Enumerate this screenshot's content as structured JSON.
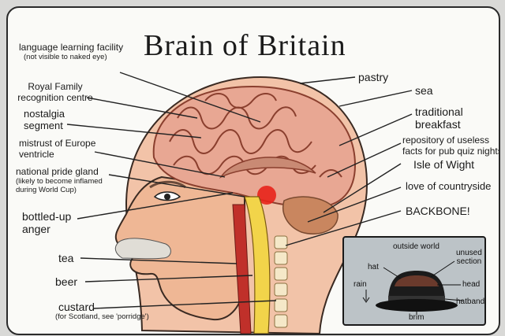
{
  "title": "Brain of Britain",
  "left_labels": [
    {
      "text": "language learning facility",
      "sub": "(not visible to naked eye)"
    },
    {
      "text": "Royal Family",
      "text2": "recognition centre"
    },
    {
      "text": "nostalgia",
      "text2": "segment"
    },
    {
      "text": "mistrust of Europe",
      "text2": "ventricle"
    },
    {
      "text": "national pride gland",
      "sub": "(likely to become inflamed",
      "sub2": "during World Cup)"
    },
    {
      "text": "bottled-up",
      "text2": "anger"
    },
    {
      "text": "tea"
    },
    {
      "text": "beer"
    },
    {
      "text": "custard",
      "sub": "(for Scotland, see 'porridge')"
    }
  ],
  "right_labels": [
    {
      "text": "pastry"
    },
    {
      "text": "sea"
    },
    {
      "text": "traditional",
      "text2": "breakfast"
    },
    {
      "text": "repository of useless",
      "text2": "facts for pub quiz nights"
    },
    {
      "text": "Isle of Wight"
    },
    {
      "text": "love of countryside"
    },
    {
      "text": "BACKBONE!"
    }
  ],
  "inset": {
    "title": "outside world",
    "hat": "hat",
    "unused": "unused",
    "section": "section",
    "head": "head",
    "rain": "rain",
    "hatband": "hatband",
    "brim": "brim"
  },
  "colors": {
    "brain": "#e8a793",
    "brain_fold": "#8a3f2e",
    "skin": "#f0b99a",
    "highlight": "#e8231b",
    "spine": "#f2d44a",
    "background": "#fafaf7"
  }
}
